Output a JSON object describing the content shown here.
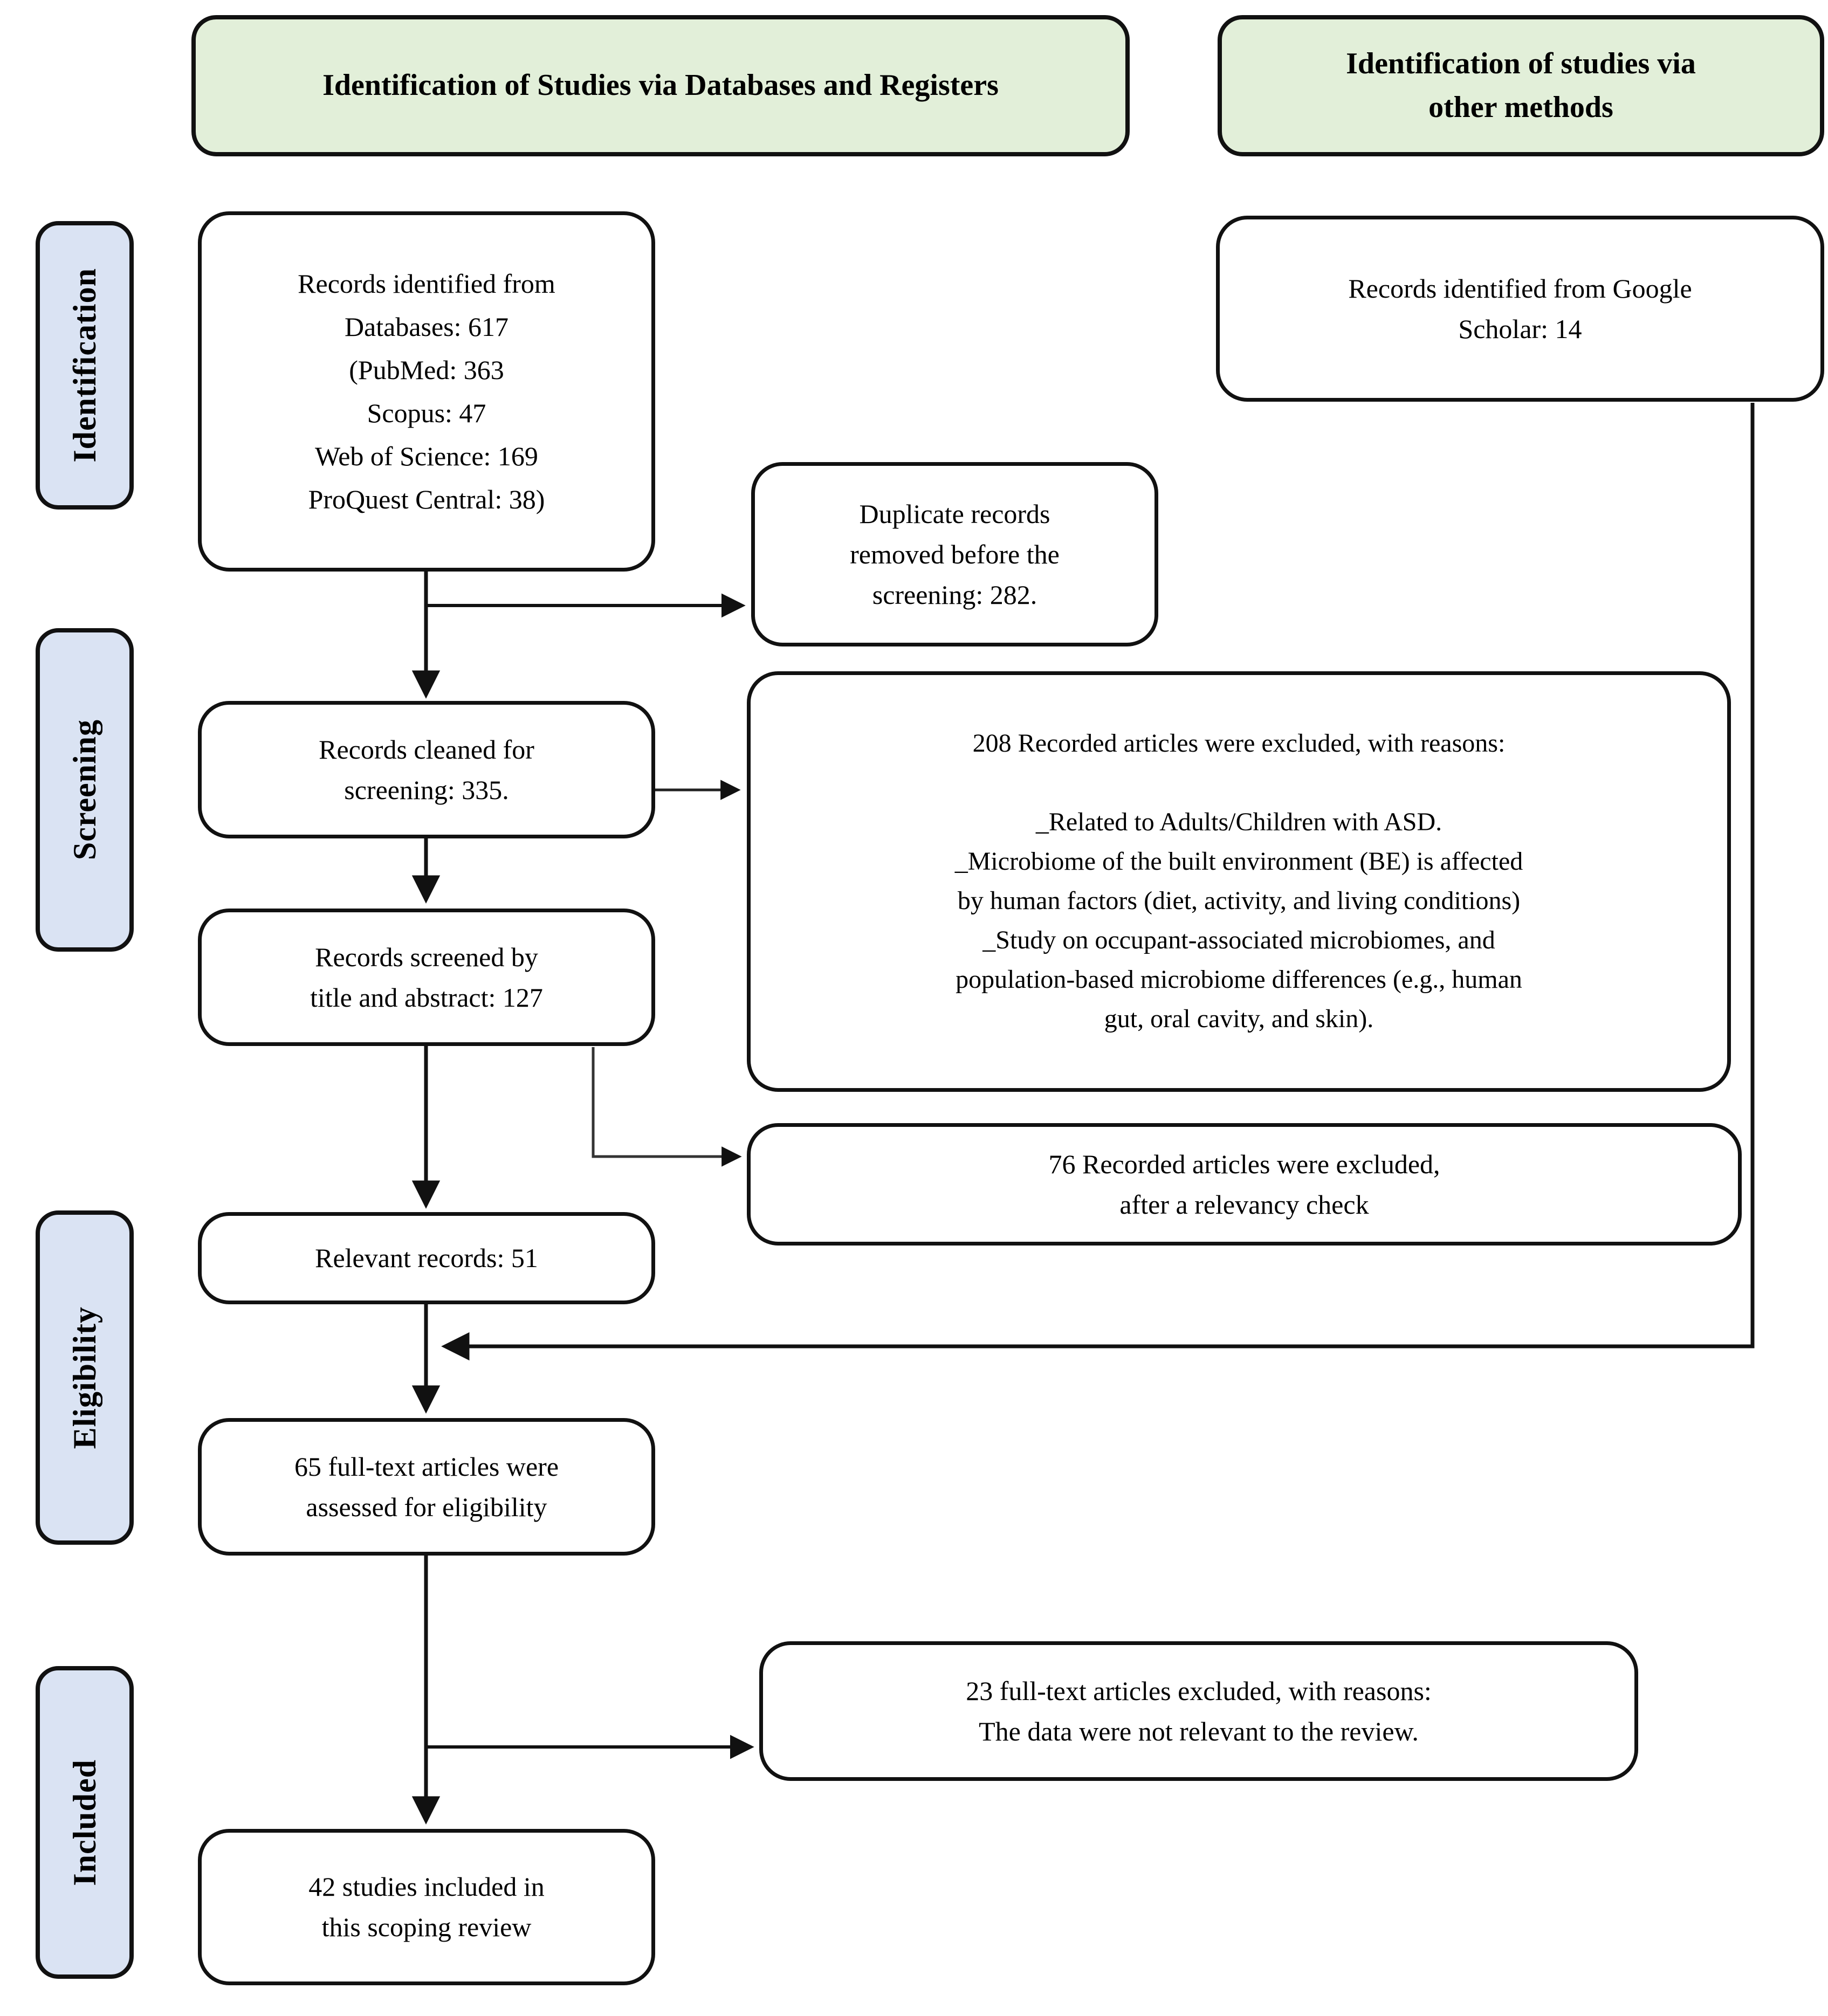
{
  "headers": {
    "left": "Identification of Studies via Databases and Registers",
    "right": "Identification of studies via\nother methods"
  },
  "sidebar": {
    "stages": [
      {
        "label": "Identification"
      },
      {
        "label": "Screening"
      },
      {
        "label": "Eligibility"
      },
      {
        "label": "Included"
      }
    ]
  },
  "boxes": {
    "records_identified": "Records identified from\nDatabases: 617\n(PubMed: 363\nScopus: 47\nWeb of Science: 169\nProQuest Central: 38)",
    "google_scholar": "Records identified from Google\nScholar: 14",
    "duplicates_removed": "Duplicate records\nremoved before the\nscreening: 282.",
    "records_cleaned": "Records cleaned for\nscreening: 335.",
    "excluded_208": "208 Recorded articles were excluded, with reasons:\n\n_Related to Adults/Children with ASD.\n_Microbiome of the built environment (BE) is affected\nby human factors (diet, activity, and living conditions)\n_Study on occupant-associated microbiomes, and\npopulation-based microbiome differences (e.g., human\ngut, oral cavity, and skin).",
    "records_screened": "Records screened by\ntitle and abstract: 127",
    "excluded_76": "76 Recorded articles were excluded,\nafter a relevancy check",
    "relevant_records": "Relevant records: 51",
    "fulltext_assessed": "65 full-text articles were\nassessed for eligibility",
    "excluded_23": "23 full-text articles excluded, with reasons:\nThe data were not relevant to the review.",
    "included_42": "42 studies included in\nthis scoping review"
  },
  "colors": {
    "header_fill": "#e2efd9",
    "sidebar_fill": "#dae3f3",
    "box_fill": "#ffffff",
    "border": "#111111",
    "arrow": "#111111"
  }
}
